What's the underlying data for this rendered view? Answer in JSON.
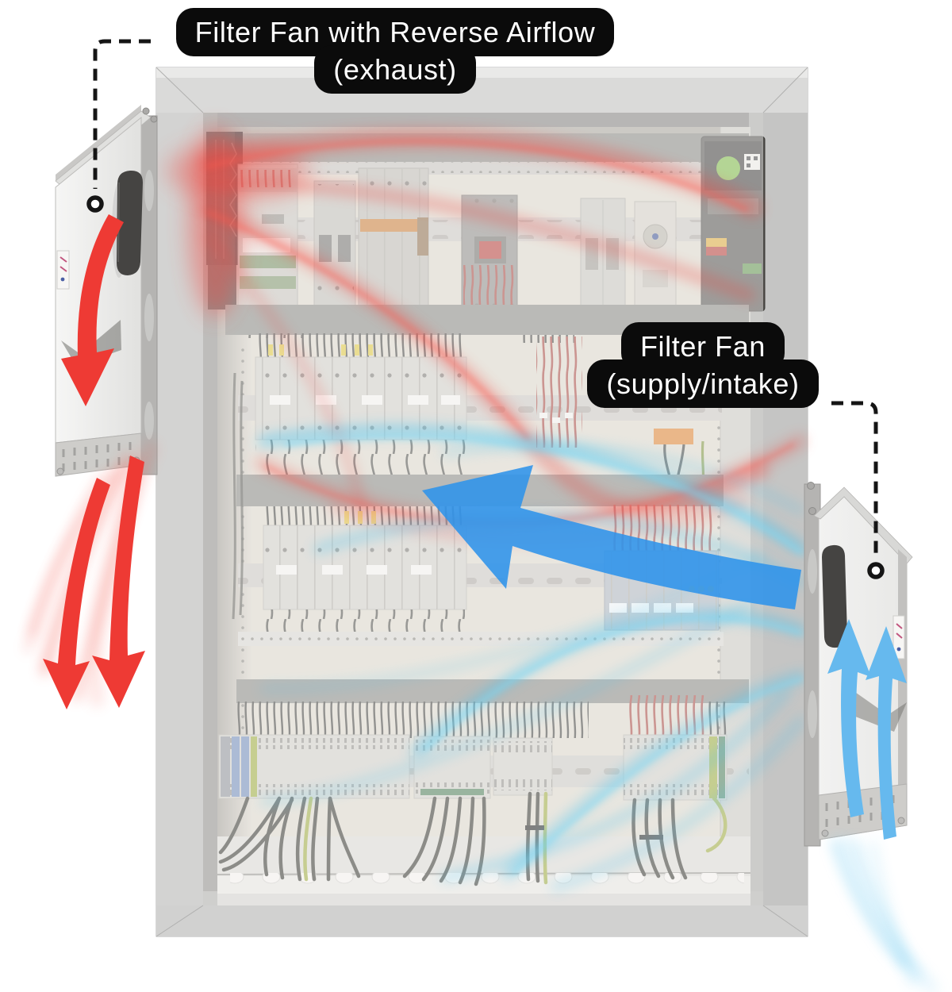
{
  "callouts": {
    "exhaust": {
      "line1": "Filter Fan with Reverse Airflow",
      "line2": "(exhaust)"
    },
    "supply": {
      "line1": "Filter Fan",
      "line2": "(supply/intake)"
    }
  },
  "legend_colors": {
    "exhaust_airflow": "#ee3a34",
    "supply_airflow_arrow": "#2e93ea",
    "supply_airflow_streaks": "#45c2ef",
    "callout_background": "#0b0b0b",
    "callout_text": "#ffffff",
    "enclosure_frame": "#cecece"
  }
}
